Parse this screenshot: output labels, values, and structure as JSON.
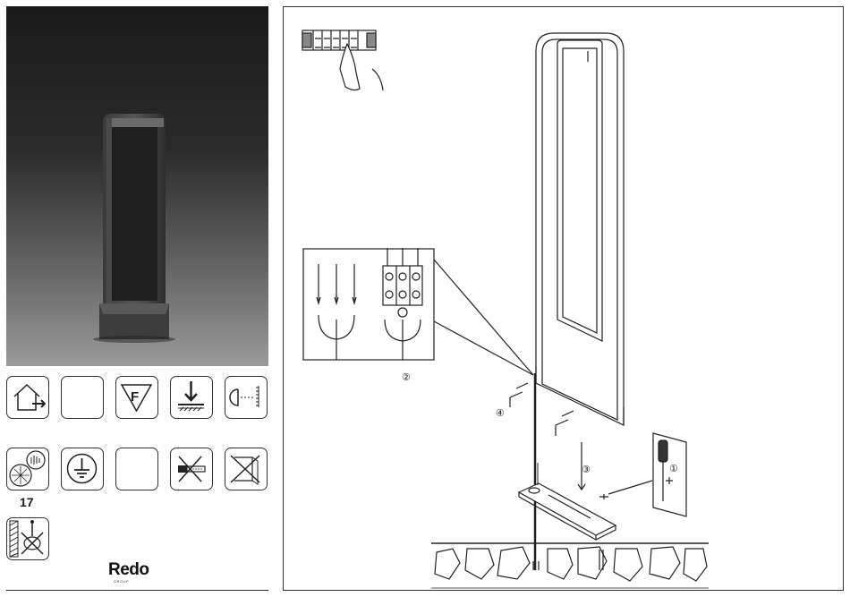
{
  "left_panel": {
    "ip_rating_label": "17",
    "brand": "Redo",
    "brand_sub": "GROUP",
    "icons": [
      {
        "name": "outdoor-use-icon"
      },
      {
        "name": "blank-icon"
      },
      {
        "name": "f-mark-icon",
        "text": "F"
      },
      {
        "name": "ground-install-icon"
      },
      {
        "name": "light-distance-icon"
      },
      {
        "name": "ip-rating-icon"
      },
      {
        "name": "earth-ground-icon"
      },
      {
        "name": "blank-icon"
      },
      {
        "name": "no-halogen-lamp-icon"
      },
      {
        "name": "no-cover-icon"
      },
      {
        "name": "wall-mount-no-icon"
      }
    ]
  },
  "diagram": {
    "step_labels": [
      "②",
      "④",
      "③",
      "①"
    ],
    "colors": {
      "line": "#222222",
      "fill": "#ffffff"
    }
  }
}
